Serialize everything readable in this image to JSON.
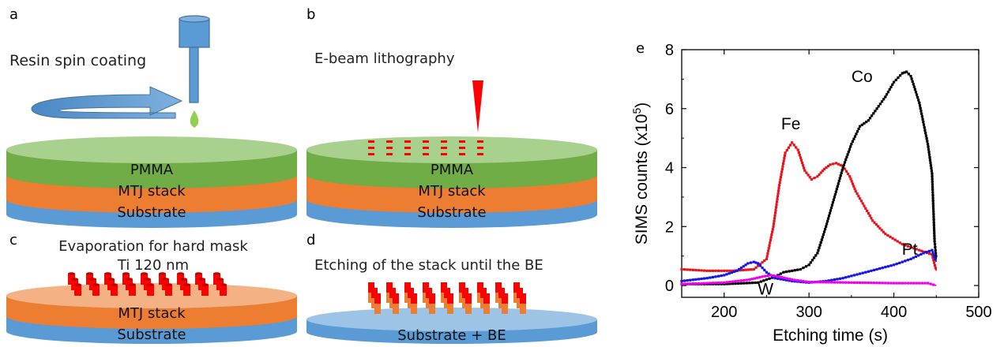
{
  "panels": {
    "a": {
      "letter": "a",
      "caption": "Resin spin coating",
      "layers": [
        "PMMA",
        "MTJ stack",
        "Substrate"
      ]
    },
    "b": {
      "letter": "b",
      "caption": "E-beam lithography",
      "layers": [
        "PMMA",
        "MTJ stack",
        "Substrate"
      ]
    },
    "c": {
      "letter": "c",
      "caption_line1": "Evaporation for hard mask",
      "caption_line2": "Ti 120 nm",
      "layers": [
        "MTJ stack",
        "Substrate"
      ]
    },
    "d": {
      "letter": "d",
      "caption": "Etching of the stack until the BE",
      "layers": [
        "Substrate + BE"
      ]
    },
    "e": {
      "letter": "e"
    }
  },
  "colors": {
    "pmma_top": "#a9d18e",
    "pmma_side": "#70ad47",
    "mtj_side": "#ed7d31",
    "mtj_top_light": "#f4b183",
    "sub_side": "#5b9bd5",
    "sub_top_light": "#9dc3e6",
    "resist_dots": "#ff0000",
    "syringe": "#5b9bd5",
    "drop": "#92d050",
    "arrow": "#5b9bd5"
  },
  "chart_data": {
    "type": "line",
    "xlabel": "Etching time (s)",
    "ylabel": "SIMS counts (x10^5)",
    "ylabel_main": "SIMS counts (x10",
    "ylabel_sup": "5",
    "ylabel_tail": ")",
    "xlim": [
      150,
      500
    ],
    "ylim": [
      -0.4,
      8
    ],
    "xticks": [
      200,
      300,
      400,
      500
    ],
    "yticks": [
      0,
      2,
      4,
      6,
      8
    ],
    "series": [
      {
        "name": "Fe",
        "color": "#e8141d",
        "x": [
          150,
          180,
          210,
          235,
          250,
          258,
          265,
          272,
          280,
          287,
          295,
          303,
          310,
          318,
          325,
          332,
          340,
          348,
          355,
          365,
          375,
          390,
          410,
          430,
          445,
          450
        ],
        "y": [
          0.55,
          0.5,
          0.5,
          0.55,
          0.9,
          2.0,
          3.4,
          4.5,
          4.85,
          4.6,
          3.9,
          3.6,
          3.7,
          3.95,
          4.1,
          4.15,
          4.05,
          3.7,
          3.2,
          2.7,
          2.2,
          1.75,
          1.4,
          1.2,
          1.05,
          0.5
        ]
      },
      {
        "name": "Co",
        "color": "#000000",
        "x": [
          150,
          200,
          240,
          260,
          270,
          280,
          290,
          300,
          310,
          320,
          330,
          340,
          350,
          360,
          370,
          380,
          390,
          400,
          410,
          415,
          420,
          430,
          440,
          445,
          448,
          450
        ],
        "y": [
          0.05,
          0.05,
          0.1,
          0.3,
          0.45,
          0.5,
          0.55,
          0.7,
          1.1,
          2.0,
          3.0,
          4.0,
          4.8,
          5.4,
          5.6,
          6.0,
          6.4,
          6.9,
          7.2,
          7.25,
          7.1,
          6.2,
          4.8,
          3.8,
          1.5,
          0.9
        ]
      },
      {
        "name": "Pt",
        "color": "#1515e6",
        "x": [
          150,
          180,
          200,
          215,
          228,
          235,
          240,
          250,
          260,
          280,
          300,
          320,
          340,
          360,
          380,
          400,
          420,
          435,
          445,
          450
        ],
        "y": [
          0.15,
          0.25,
          0.35,
          0.5,
          0.75,
          0.8,
          0.75,
          0.45,
          0.25,
          0.15,
          0.1,
          0.15,
          0.25,
          0.4,
          0.55,
          0.7,
          0.9,
          1.1,
          1.2,
          0.8
        ]
      },
      {
        "name": "W",
        "color": "#ee00ee",
        "x": [
          150,
          200,
          230,
          245,
          255,
          265,
          280,
          300,
          350,
          400,
          440,
          450
        ],
        "y": [
          0.05,
          0.1,
          0.2,
          0.3,
          0.35,
          0.3,
          0.2,
          0.12,
          0.1,
          0.08,
          0.08,
          0.0
        ]
      }
    ],
    "series_labels": [
      "Fe",
      "Co",
      "Pt",
      "W"
    ]
  }
}
